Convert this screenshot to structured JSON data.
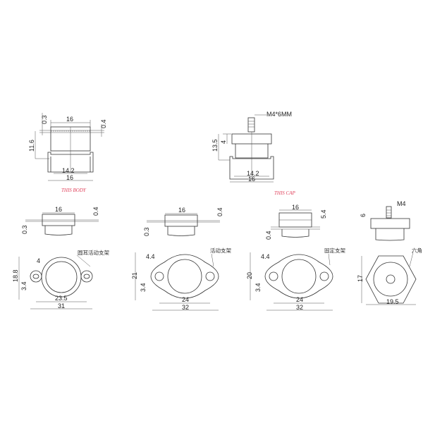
{
  "views": {
    "body_side": {
      "width": "16",
      "flange_t": "0.3",
      "right_t": "0.4",
      "height": "11.6",
      "inner": "14.2",
      "base": "16",
      "caption": "THIS BODY"
    },
    "cap_side": {
      "thread": "M4*6MM",
      "height": "13.5",
      "cap_h": "4",
      "inner": "14.2",
      "base": "16",
      "caption": "THIS CAP"
    },
    "variant1": {
      "width": "16",
      "left_t": "0.3",
      "right_t": "0.4",
      "h": "18.8",
      "ear": "4",
      "hole": "3.4",
      "pitch": "23.5",
      "overall": "31",
      "label": "圆耳活动支架"
    },
    "variant2": {
      "width": "16",
      "left_t": "0.3",
      "right_t": "0.4",
      "h": "21",
      "ear": "4.4",
      "hole": "3.4",
      "pitch": "24",
      "overall": "32",
      "label": "活动支架"
    },
    "variant3": {
      "width": "16",
      "left_t": "0.4",
      "right_h": "5.4",
      "h": "20",
      "ear": "4.4",
      "hole": "3.4",
      "pitch": "24",
      "overall": "32",
      "label": "固定支架"
    },
    "variant4": {
      "thread": "M4",
      "stud_h": "6",
      "h": "17",
      "w": "19.5",
      "label": "六角"
    }
  }
}
